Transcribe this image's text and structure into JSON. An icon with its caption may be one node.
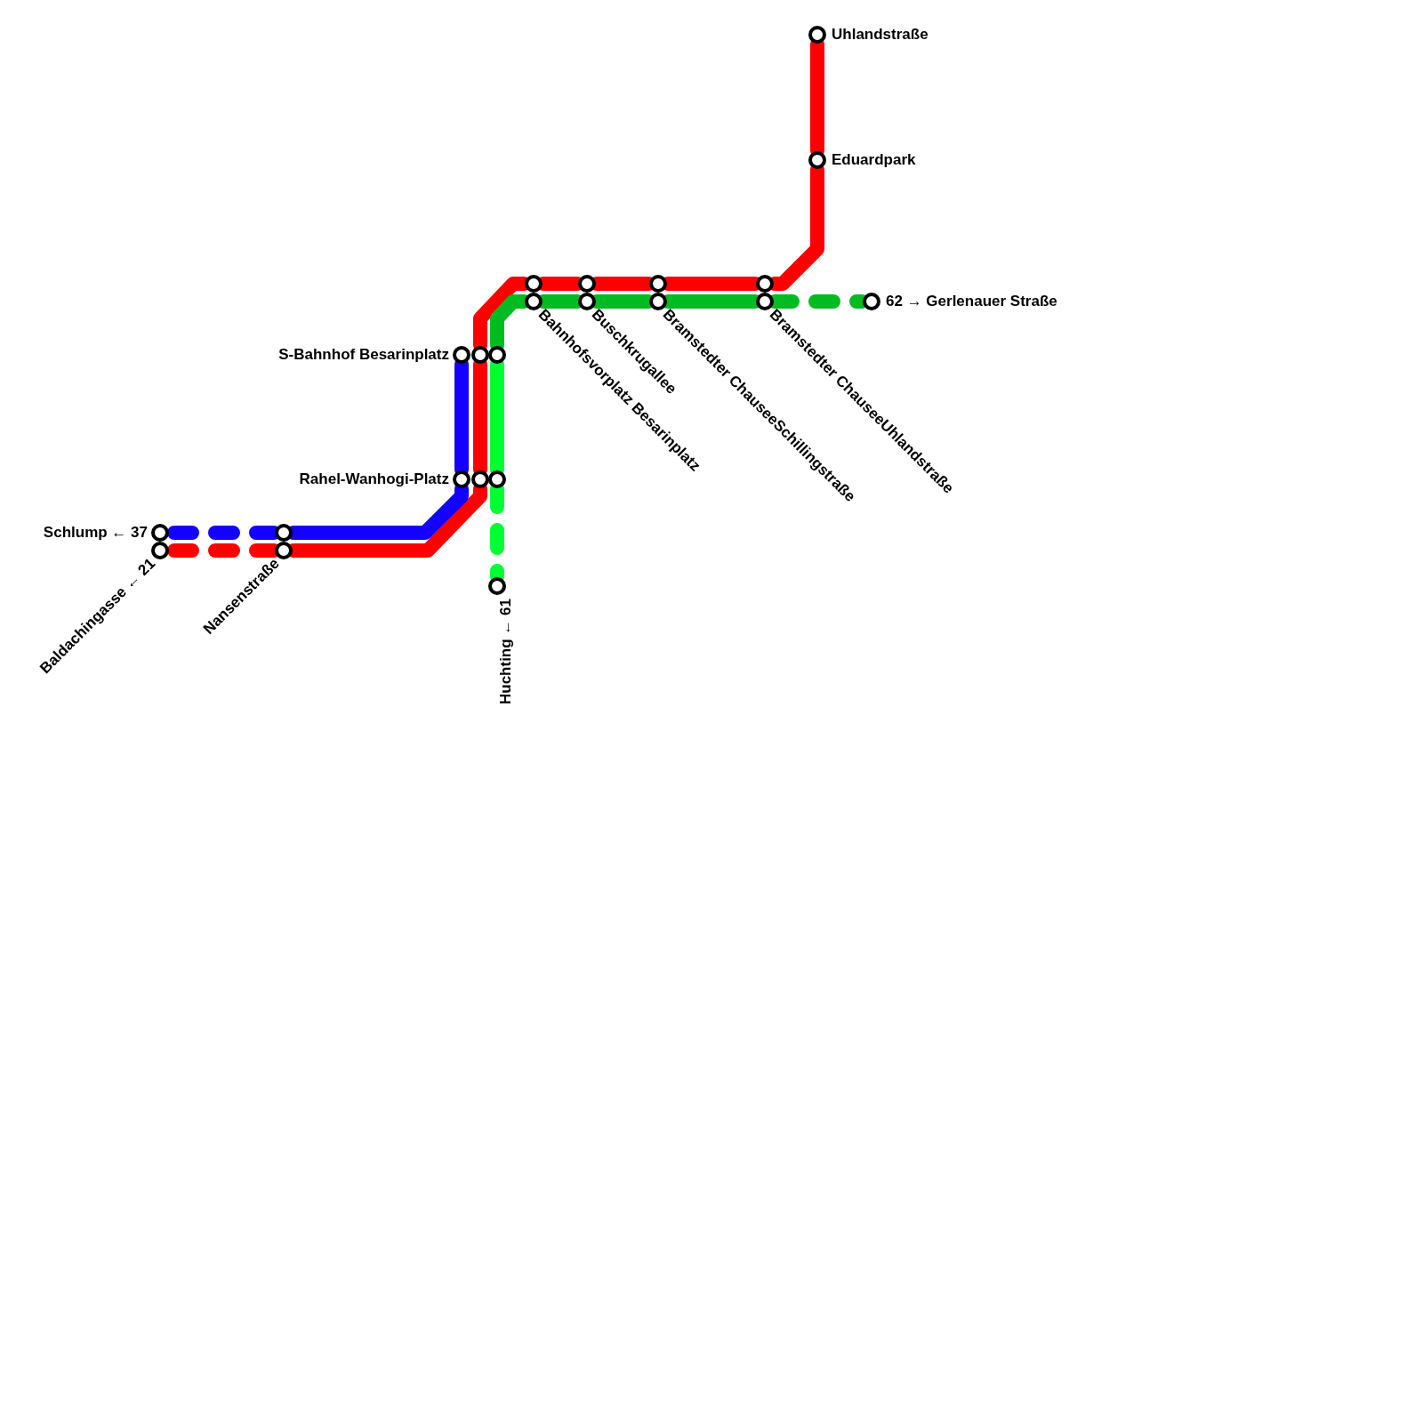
{
  "diagram": {
    "nodes": [
      {
        "text": [],
        "shape": "circle",
        "beside": [
          "Uhlandstraße"
        ]
      },
      {
        "text": [],
        "shape": "circle",
        "beside": [
          "Eduardpark"
        ]
      },
      {
        "text": [],
        "shape": "circle"
      },
      {
        "text": [],
        "shape": "circle",
        "beside": [
          "Bahnhofsvorplatz Besarinplatz"
        ]
      },
      {
        "text": [],
        "shape": "circle"
      },
      {
        "text": [],
        "shape": "circle",
        "beside": [
          "Buschkrugallee"
        ]
      },
      {
        "text": [],
        "shape": "circle"
      },
      {
        "text": [],
        "shape": "circle",
        "beside": [
          "Bramstedter ChauseeSchillingstraße"
        ]
      },
      {
        "text": [],
        "shape": "circle"
      },
      {
        "text": [],
        "shape": "circle",
        "beside": [
          "Bramstedter ChauseeUhlandstraße"
        ]
      },
      {
        "text": [],
        "shape": "circle",
        "beside": [
          "62 → Gerlenauer Straße"
        ]
      },
      {
        "text": [],
        "shape": "circle",
        "beside": [
          "S-Bahnhof Besarinplatz"
        ]
      },
      {
        "text": [],
        "shape": "circle"
      },
      {
        "text": [],
        "shape": "circle"
      },
      {
        "text": [],
        "shape": "circle",
        "beside": [
          "Rahel-Wanhogi-Platz"
        ]
      },
      {
        "text": [],
        "shape": "circle"
      },
      {
        "text": [],
        "shape": "circle"
      },
      {
        "text": [],
        "shape": "circle",
        "beside": [
          "Schlump ← 37"
        ]
      },
      {
        "text": [],
        "shape": "circle",
        "beside": [
          "Baldachingasse ← 21"
        ]
      },
      {
        "text": [],
        "shape": "circle"
      },
      {
        "text": [],
        "shape": "circle",
        "beside": [
          "Nansenstraße"
        ]
      },
      {
        "text": [],
        "shape": "circle",
        "beside": [
          "Huchting ← 61"
        ]
      }
    ],
    "edges": [
      {
        "from": 0,
        "to": 1,
        "arrow": "none"
      },
      {
        "from": 1,
        "to": 8,
        "arrow": "none"
      },
      {
        "from": 8,
        "to": 6,
        "arrow": "none"
      },
      {
        "from": 6,
        "to": 4,
        "arrow": "none"
      },
      {
        "from": 4,
        "to": 2,
        "arrow": "none"
      },
      {
        "from": 2,
        "to": 12,
        "arrow": "none"
      },
      {
        "from": 12,
        "to": 15,
        "arrow": "none"
      },
      {
        "from": 15,
        "to": 20,
        "arrow": "none"
      },
      {
        "from": 20,
        "to": 18,
        "arrow": "none",
        "style": "dashed"
      },
      {
        "from": 11,
        "to": 14,
        "arrow": "none",
        "color": "#1400ff"
      },
      {
        "from": 14,
        "to": 19,
        "arrow": "none",
        "color": "#1400ff"
      },
      {
        "from": 19,
        "to": 17,
        "arrow": "none",
        "style": "dashed",
        "color": "#1400ff"
      },
      {
        "from": 9,
        "to": 7,
        "arrow": "none",
        "color": "#00bb22"
      },
      {
        "from": 7,
        "to": 5,
        "arrow": "none",
        "color": "#00bb22"
      },
      {
        "from": 5,
        "to": 3,
        "arrow": "none",
        "color": "#00bb22"
      },
      {
        "from": 3,
        "to": 13,
        "arrow": "none",
        "color": "#00bb22"
      },
      {
        "from": 13,
        "to": 16,
        "arrow": "none",
        "color": "#00ff33"
      },
      {
        "from": 16,
        "to": 21,
        "arrow": "none",
        "style": "dashed",
        "color": "#00ff33"
      },
      {
        "from": 9,
        "to": 10,
        "arrow": "none",
        "style": "dashed",
        "color": "#00bb22"
      }
    ]
  }
}
